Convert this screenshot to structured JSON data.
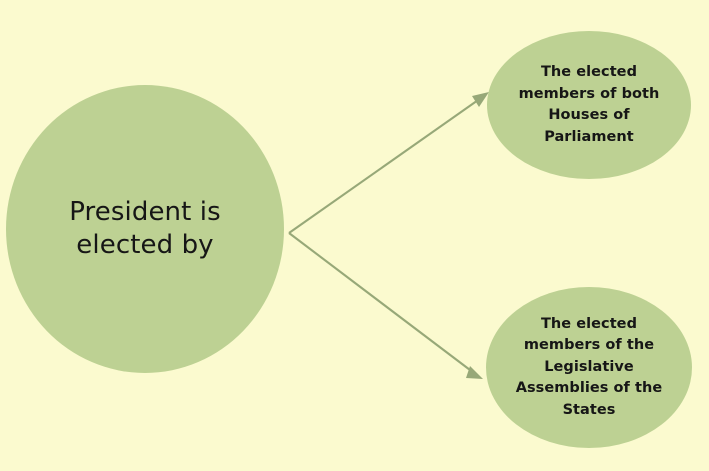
{
  "diagram": {
    "title": "President is elected by",
    "background_color": "#fbfacf",
    "shape_fill_color": "#bdd193",
    "connector_color": "#97a878",
    "text_color": "#161616",
    "nodes": {
      "source": {
        "id": "president",
        "shape": "circle",
        "label": "President is\nelected by"
      },
      "branches": [
        {
          "id": "parliament",
          "shape": "ellipse",
          "label": "The elected\nmembers of both\nHouses of\nParliament"
        },
        {
          "id": "assemblies",
          "shape": "ellipse",
          "label": "The elected\nmembers of the\nLegislative\nAssemblies of the\nStates"
        }
      ]
    },
    "connectors": [
      {
        "id": "arrow-to-parliament",
        "from": "president",
        "to": "parliament",
        "style": "single-arrow"
      },
      {
        "id": "arrow-to-assemblies",
        "from": "president",
        "to": "assemblies",
        "style": "single-arrow"
      }
    ]
  }
}
